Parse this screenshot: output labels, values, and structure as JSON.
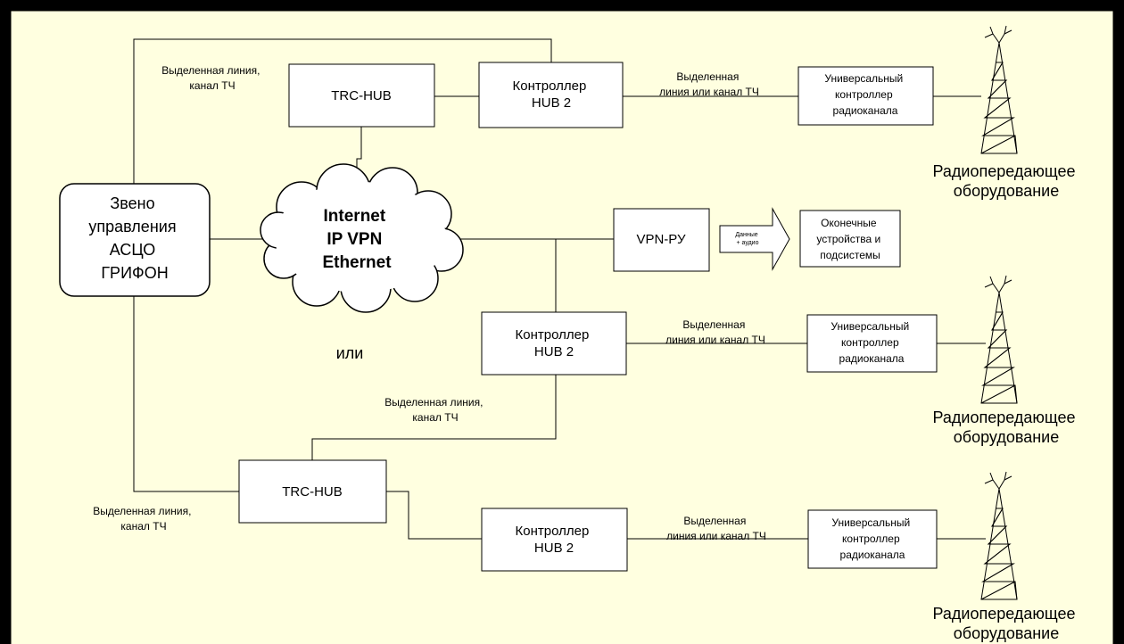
{
  "nodes": {
    "zveno": [
      "Звено",
      "управления",
      "АСЦО",
      "ГРИФОН"
    ],
    "cloud": [
      "Internet",
      "IP VPN",
      "Ethernet"
    ],
    "trc_hub_top": "TRC-HUB",
    "trc_hub_bottom": "TRC-HUB",
    "hub2_top": [
      "Контроллер",
      "HUB 2"
    ],
    "hub2_mid": [
      "Контроллер",
      "HUB 2"
    ],
    "hub2_bottom": [
      "Контроллер",
      "HUB 2"
    ],
    "vpn": "VPN-РУ",
    "terminal": [
      "Оконечные",
      "устройства и",
      "подсистемы"
    ],
    "urc_top": [
      "Универсальный",
      "контроллер",
      "радиоканала"
    ],
    "urc_mid": [
      "Универсальный",
      "контроллер",
      "радиоканала"
    ],
    "urc_bottom": [
      "Универсальный",
      "контроллер",
      "радиоканала"
    ],
    "radio_top": [
      "Радиопередающее",
      "оборудование"
    ],
    "radio_mid": [
      "Радиопередающее",
      "оборудование"
    ],
    "radio_bottom": [
      "Радиопередающее",
      "оборудование"
    ]
  },
  "labels": {
    "top_left_line": [
      "Выделенная линия,",
      "канал ТЧ"
    ],
    "top_hub_urc": [
      "Выделенная",
      "линия или канал ТЧ"
    ],
    "mid_hub_urc": [
      "Выделенная",
      "линия или канал ТЧ"
    ],
    "bottom_hub_urc": [
      "Выделенная",
      "линия или канал ТЧ"
    ],
    "mid_line": [
      "Выделенная линия,",
      "канал ТЧ"
    ],
    "bottom_left_line": [
      "Выделенная линия,",
      "канал ТЧ"
    ],
    "arrow": [
      "Данные",
      "+ аудио"
    ],
    "or": "или"
  },
  "colors": {
    "background": "#FFFFE0",
    "frame": "#000000",
    "line": "#000000",
    "box_fill": "#FFFFFF"
  }
}
